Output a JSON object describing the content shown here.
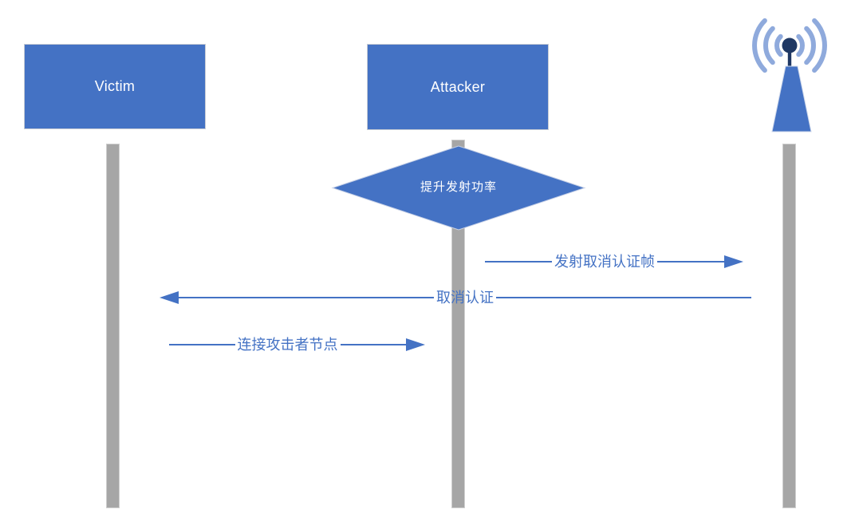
{
  "colors": {
    "background": "#ffffff",
    "accent_blue": "#4472C4",
    "wave_blue": "#8FAADC",
    "antenna_navy": "#1F3864",
    "lifeline_gray": "#A6A6A6",
    "box_border": "#c6cbd4",
    "text_white": "#ffffff"
  },
  "actors": {
    "victim": {
      "label": "Victim"
    },
    "attacker": {
      "label": "Attacker"
    },
    "access_point": {
      "icon": "wifi-antenna-icon"
    }
  },
  "decision": {
    "label": "提升发射功率"
  },
  "messages": [
    {
      "label": "发射取消认证帧",
      "from": "attacker",
      "to": "access_point",
      "direction": "right"
    },
    {
      "label": "取消认证",
      "from": "access_point",
      "to": "victim",
      "direction": "left"
    },
    {
      "label": "连接攻击者节点",
      "from": "victim",
      "to": "attacker",
      "direction": "right"
    }
  ]
}
